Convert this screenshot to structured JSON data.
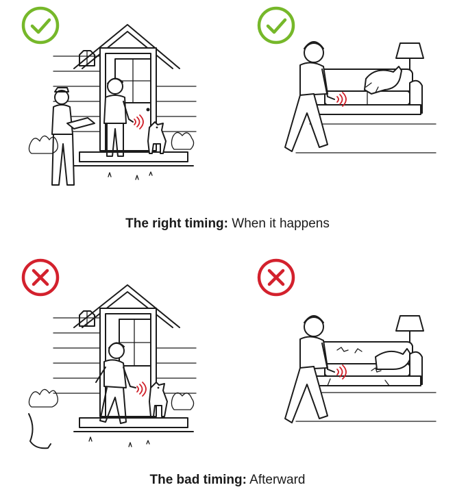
{
  "captions": {
    "good": {
      "bold": "The right timing:",
      "rest": " When it happens"
    },
    "bad": {
      "bold": "The bad timing:",
      "rest": " Afterward"
    }
  },
  "panels": [
    {
      "id": "good-door",
      "verdict": "check"
    },
    {
      "id": "good-couch",
      "verdict": "check"
    },
    {
      "id": "bad-door",
      "verdict": "cross"
    },
    {
      "id": "bad-couch",
      "verdict": "cross"
    }
  ],
  "colors": {
    "check": "#76b82a",
    "cross": "#d3212d",
    "clicker_sound": "#d0212a",
    "ink": "#1b1b1b"
  }
}
